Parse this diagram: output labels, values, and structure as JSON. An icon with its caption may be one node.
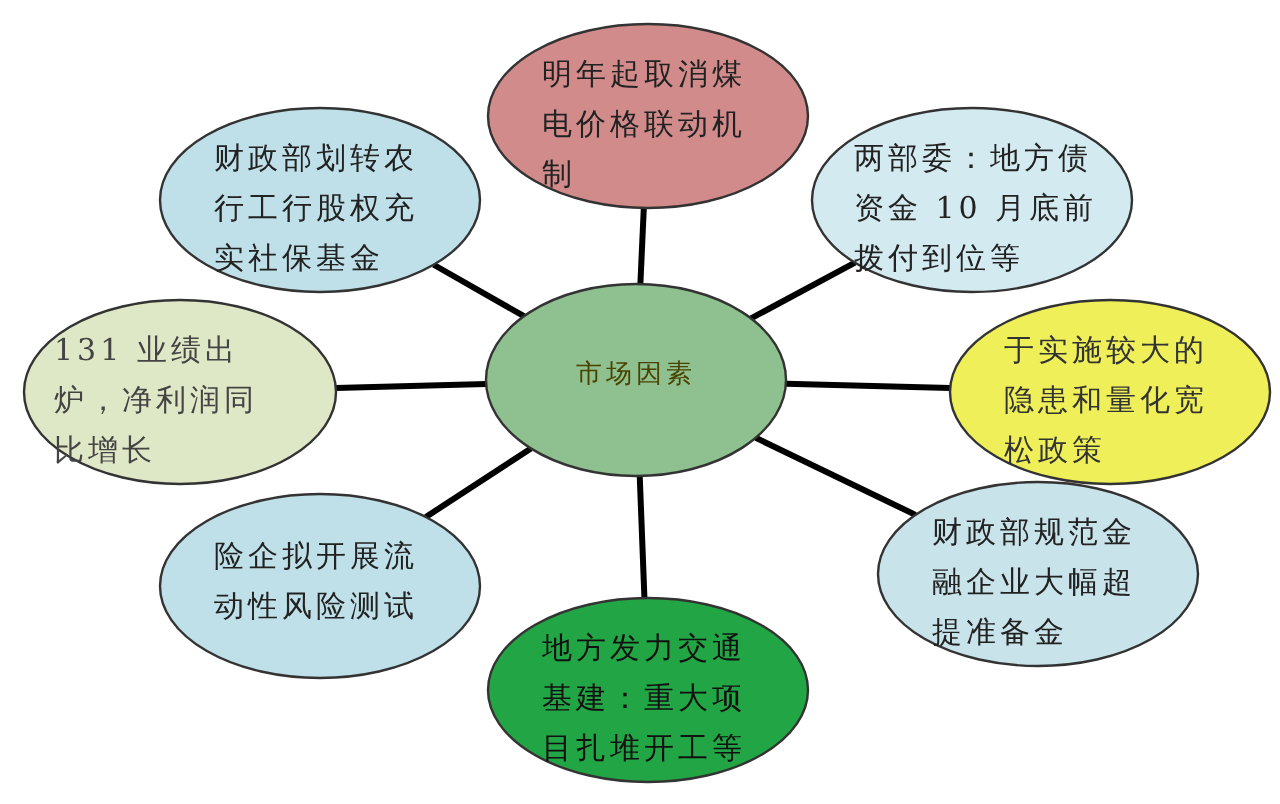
{
  "diagram": {
    "nodes": [
      {
        "text": [
          "市场因素"
        ]
      },
      {
        "text": [
          "明年起取消煤电价格联动机制"
        ]
      },
      {
        "text": [
          "财政部划转农行工行股权充实社保基金"
        ]
      },
      {
        "text": [
          "两部委：地方债资金 10 月底前拨付到位等"
        ]
      },
      {
        "text": [
          "131 业绩出炉，净利润同比增长"
        ]
      },
      {
        "text": [
          "于实施较大的隐患和量化宽松政策"
        ]
      },
      {
        "text": [
          "险企拟开展流动性风险测试"
        ]
      },
      {
        "text": [
          "地方发力交通基建：重大项目扎堆开工等"
        ]
      },
      {
        "text": [
          "财政部规范金融企业大幅超提准备金"
        ]
      }
    ],
    "edges": [
      {
        "from": 0,
        "to": 1,
        "arrow": "none"
      },
      {
        "from": 0,
        "to": 2,
        "arrow": "none"
      },
      {
        "from": 0,
        "to": 3,
        "arrow": "none"
      },
      {
        "from": 0,
        "to": 4,
        "arrow": "none"
      },
      {
        "from": 0,
        "to": 5,
        "arrow": "none"
      },
      {
        "from": 0,
        "to": 6,
        "arrow": "none"
      },
      {
        "from": 0,
        "to": 7,
        "arrow": "none"
      },
      {
        "from": 0,
        "to": 8,
        "arrow": "none"
      }
    ]
  }
}
